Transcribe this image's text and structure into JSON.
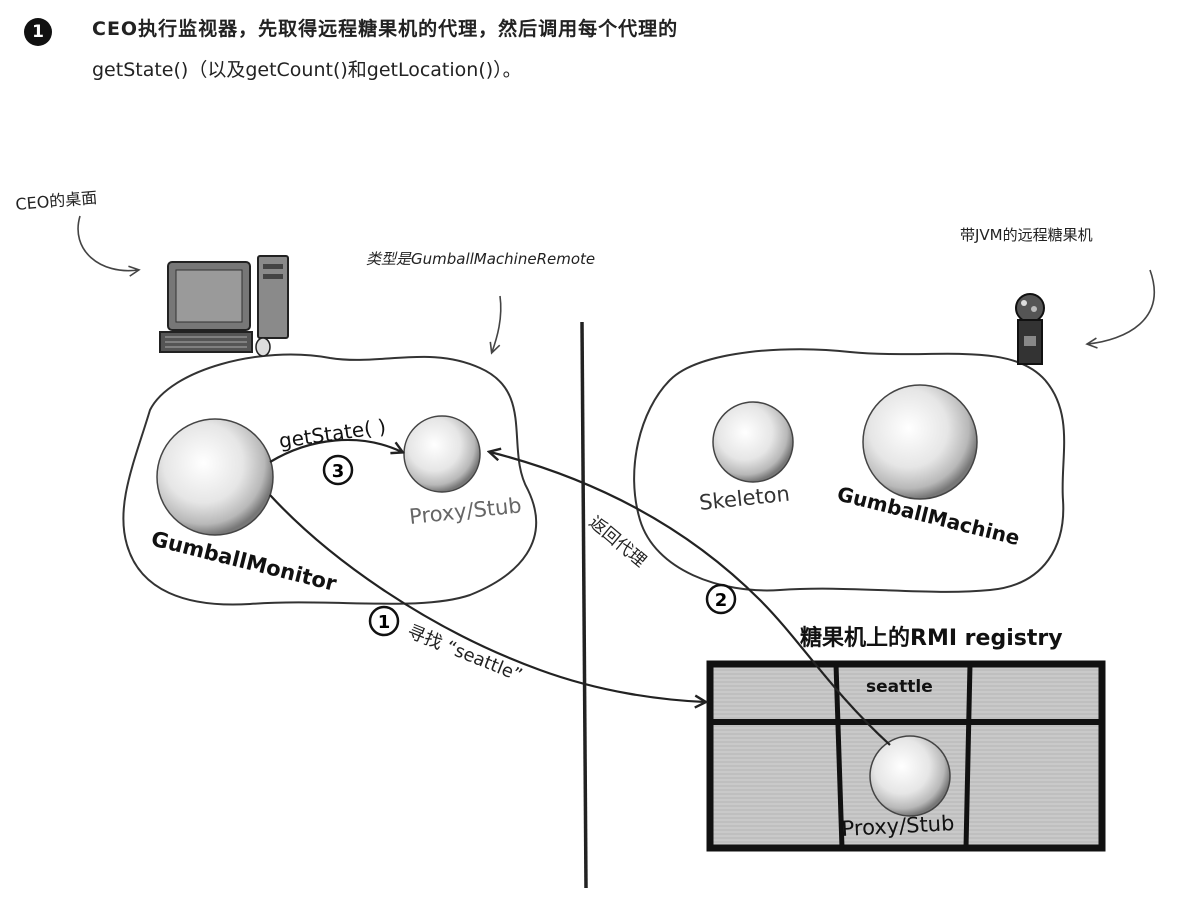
{
  "step": {
    "number": "1",
    "caption_line1": "CEO执行监视器，先取得远程糖果机的代理，然后调用每个代理的",
    "caption_line2": "getState()（以及getCount()和getLocation()）。"
  },
  "annotations": {
    "ceo_desktop": "CEO的桌面",
    "proxy_type": "类型是GumballMachineRemote",
    "remote_jvm": "带JVM的远程糖果机",
    "return_proxy": "返回代理",
    "lookup": "寻找 “seattle”"
  },
  "objects": {
    "gumball_monitor": "GumballMonitor",
    "proxy_stub_client": "Proxy/Stub",
    "skeleton": "Skeleton",
    "gumball_machine": "GumballMachine",
    "proxy_stub_registry": "Proxy/Stub"
  },
  "calls": {
    "get_state": "getState( )",
    "step1": "1",
    "step2": "2",
    "step3": "3"
  },
  "registry": {
    "title": "糖果机上的RMI registry",
    "entry": "seattle"
  }
}
